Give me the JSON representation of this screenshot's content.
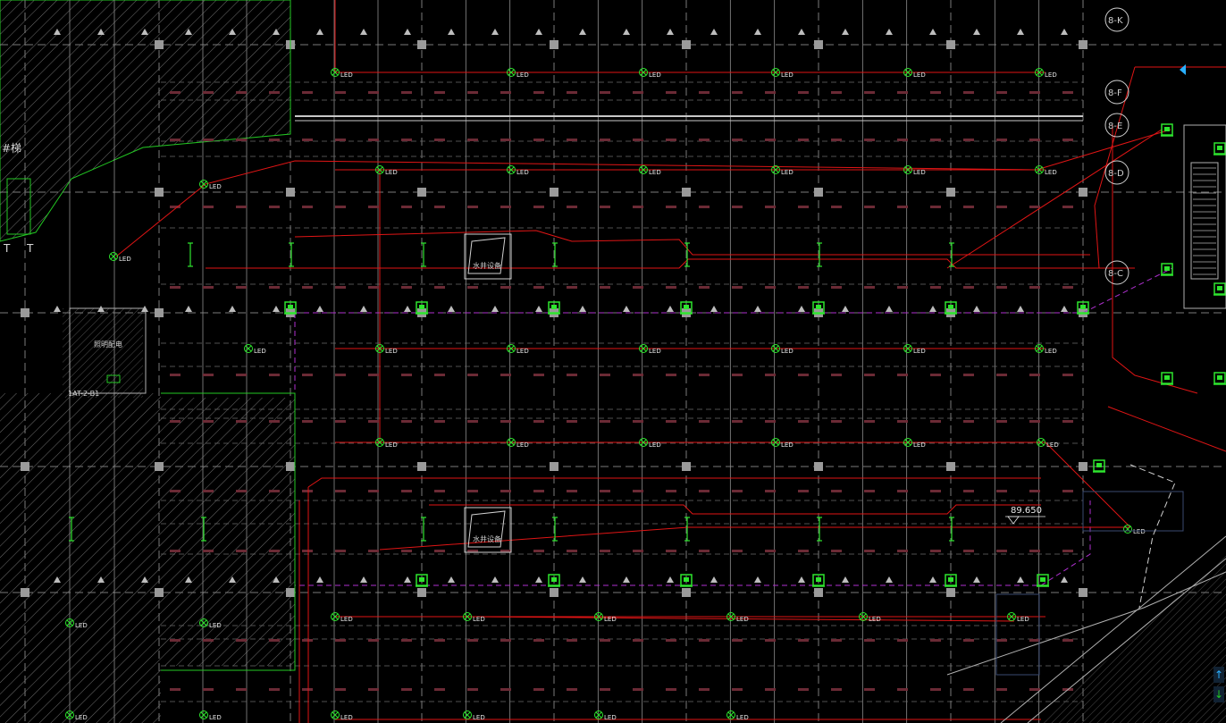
{
  "drawing": {
    "fixture_label": "LED",
    "elevation_label": "89.650",
    "stair_label": "#梯",
    "stair_mark": "T",
    "room_label": "照明配电",
    "equipment_tag": "1AT-2-B1",
    "grid_axes": [
      "8-K",
      "8-F",
      "8-E",
      "8-D",
      "8-C"
    ],
    "equipment_box_text": "水井设备"
  },
  "colors": {
    "background": "#000000",
    "structure_lines": "#9a9a9a",
    "lighting_circuit": "#e01515",
    "fixture": "#2ee62e",
    "hatch": "#8a8a8a",
    "parking_marks": "#6b2a35",
    "boundary_magenta": "#b030d0",
    "boundary_green": "#23c823"
  },
  "nav": {
    "up_arrow": "↑",
    "down_arrow": "↓"
  }
}
